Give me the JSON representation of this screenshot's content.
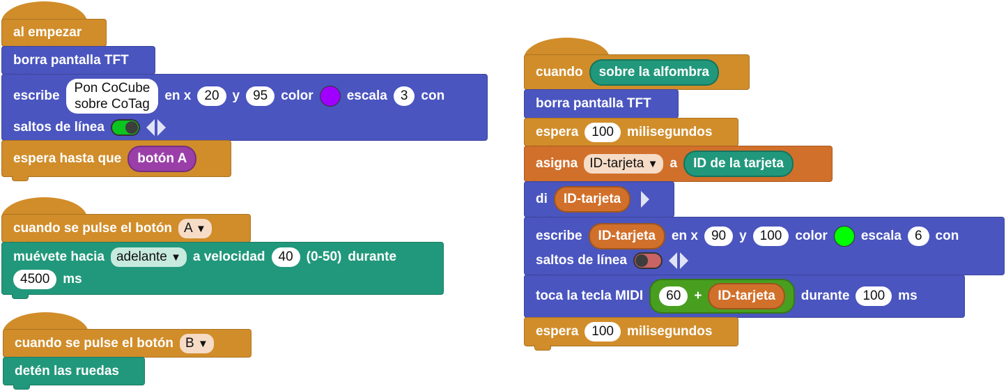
{
  "scripts": [
    {
      "hat": "al empezar",
      "clear": "borra pantalla TFT",
      "write": {
        "label": "escribe",
        "text": [
          "Pon CoCube",
          "sobre CoTag"
        ],
        "en_x": "en x",
        "x": "20",
        "y_label": "y",
        "y": "95",
        "color_label": "color",
        "color": "#a000ff",
        "scale_label": "escala",
        "scale": "3",
        "con": "con",
        "wrap_label": "saltos de línea",
        "wrap": true
      },
      "wait_until": {
        "label": "espera hasta que",
        "cond": "botón A"
      }
    },
    {
      "hat": {
        "label": "cuando se pulse el botón",
        "button": "A"
      },
      "move": {
        "label": "muévete hacia",
        "dir": "adelante",
        "speed_label": "a velocidad",
        "speed": "40",
        "range": "(0-50)",
        "during": "durante",
        "ms_value": "4500",
        "ms": "ms"
      }
    },
    {
      "hat": {
        "label": "cuando se pulse el botón",
        "button": "B"
      },
      "stop": "detén las ruedas"
    },
    {
      "hat": {
        "label": "cuando",
        "event": "sobre la alfombra"
      },
      "clear": "borra pantalla TFT",
      "wait1": {
        "label": "espera",
        "value": "100",
        "unit": "milisegundos"
      },
      "assign": {
        "label": "asigna",
        "var": "ID-tarjeta",
        "a": "a",
        "value": "ID de la tarjeta"
      },
      "say": {
        "label": "di",
        "var": "ID-tarjeta"
      },
      "write": {
        "label": "escribe",
        "var": "ID-tarjeta",
        "en_x": "en x",
        "x": "90",
        "y_label": "y",
        "y": "100",
        "color_label": "color",
        "color": "#00ff00",
        "scale_label": "escala",
        "scale": "6",
        "con": "con",
        "wrap_label": "saltos de línea",
        "wrap": false
      },
      "midi": {
        "label": "toca la tecla MIDI",
        "a": "60",
        "op": "+",
        "var": "ID-tarjeta",
        "during": "durante",
        "ms_value": "100",
        "ms": "ms"
      },
      "wait2": {
        "label": "espera",
        "value": "100",
        "unit": "milisegundos"
      }
    }
  ]
}
